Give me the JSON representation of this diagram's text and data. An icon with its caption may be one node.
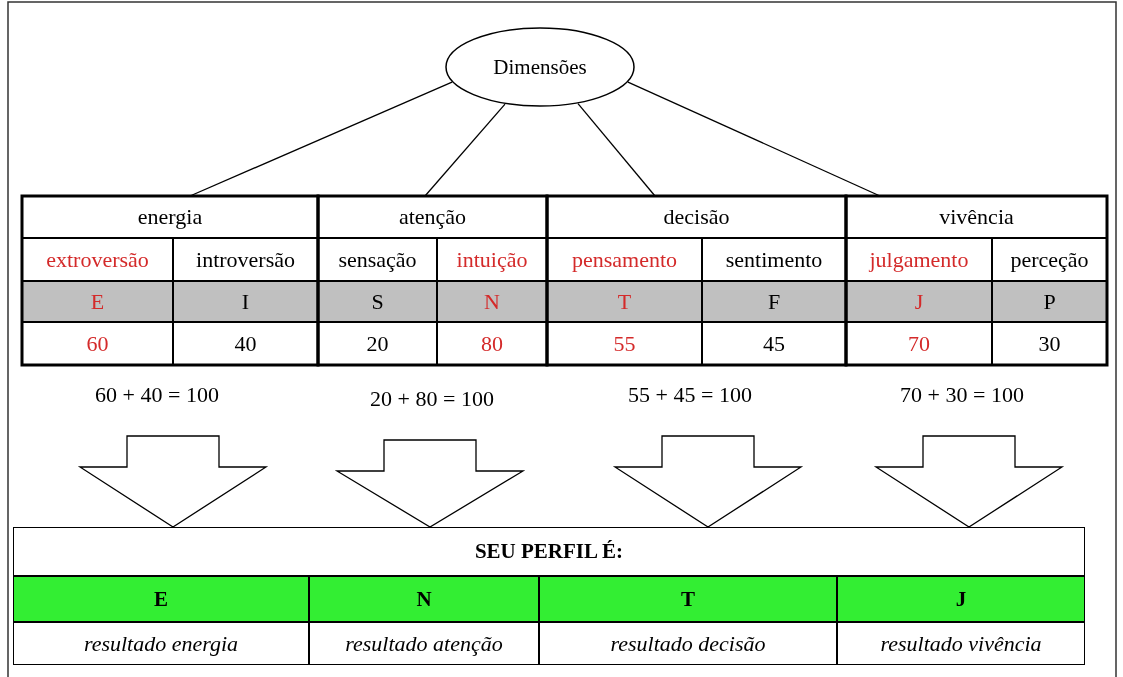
{
  "diagram": {
    "nodes": [
      {
        "text": [
          "Dimensões"
        ]
      },
      {
        "text": [
          "energia"
        ]
      },
      {
        "text": [
          "atenção"
        ]
      },
      {
        "text": [
          "decisão"
        ]
      },
      {
        "text": [
          "vivência"
        ]
      },
      {
        "text": [
          "60 + 40 = 100"
        ]
      },
      {
        "text": [
          "20 + 80 = 100"
        ]
      },
      {
        "text": [
          "55 + 45 = 100"
        ]
      },
      {
        "text": [
          "70 + 30 = 100"
        ]
      },
      {
        "text": [
          "SEU PERFIL É:"
        ]
      }
    ],
    "edges": [
      {
        "from": 0,
        "to": 1,
        "arrow": "none"
      },
      {
        "from": 0,
        "to": 2,
        "arrow": "none"
      },
      {
        "from": 0,
        "to": 3,
        "arrow": "none"
      },
      {
        "from": 0,
        "to": 4,
        "arrow": "none"
      },
      {
        "from": 5,
        "to": 9,
        "arrow": "to"
      },
      {
        "from": 6,
        "to": 9,
        "arrow": "to"
      },
      {
        "from": 7,
        "to": 9,
        "arrow": "to"
      },
      {
        "from": 8,
        "to": 9,
        "arrow": "to"
      }
    ],
    "labels": [
      "extroversão",
      "introversão",
      "sensação",
      "intuição",
      "pensamento",
      "sentimento",
      "julgamento",
      "perceção",
      "E",
      "I",
      "S",
      "N",
      "T",
      "F",
      "J",
      "P",
      "60",
      "40",
      "20",
      "80",
      "55",
      "45",
      "70",
      "30",
      "E",
      "N",
      "T",
      "J",
      "resultado energia",
      "resultado atenção",
      "resultado decisão",
      "resultado vivência"
    ]
  }
}
